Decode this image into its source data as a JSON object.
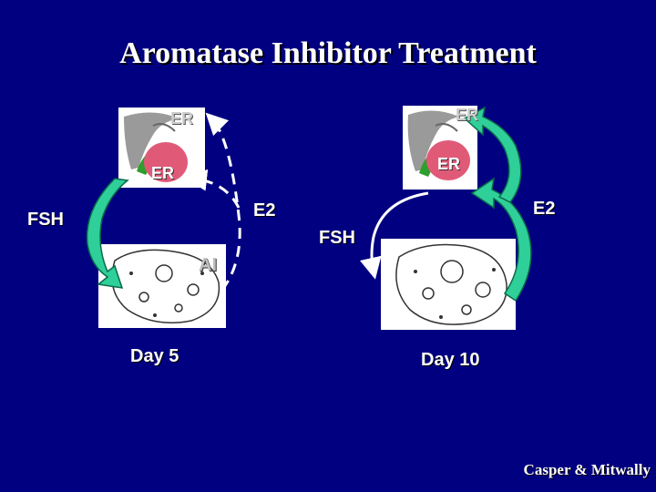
{
  "title": "Aromatase Inhibitor Treatment",
  "left_panel": {
    "er_top": "ER",
    "er_bottom": "ER",
    "fsh": "FSH",
    "e2": "E2",
    "ai": "AI",
    "day": "Day 5"
  },
  "right_panel": {
    "er_top": "ER",
    "er_bottom": "ER",
    "fsh": "FSH",
    "e2": "E2",
    "day": "Day 10"
  },
  "credit": "Casper & Mitwally",
  "colors": {
    "background": "#000080",
    "feedback_arrow": "#2fcf9a",
    "pituitary": "#e05a78",
    "hypothalamus": "#9a9a9a"
  },
  "icons": [
    "brain-pituitary-icon",
    "ovary-follicles-icon"
  ]
}
